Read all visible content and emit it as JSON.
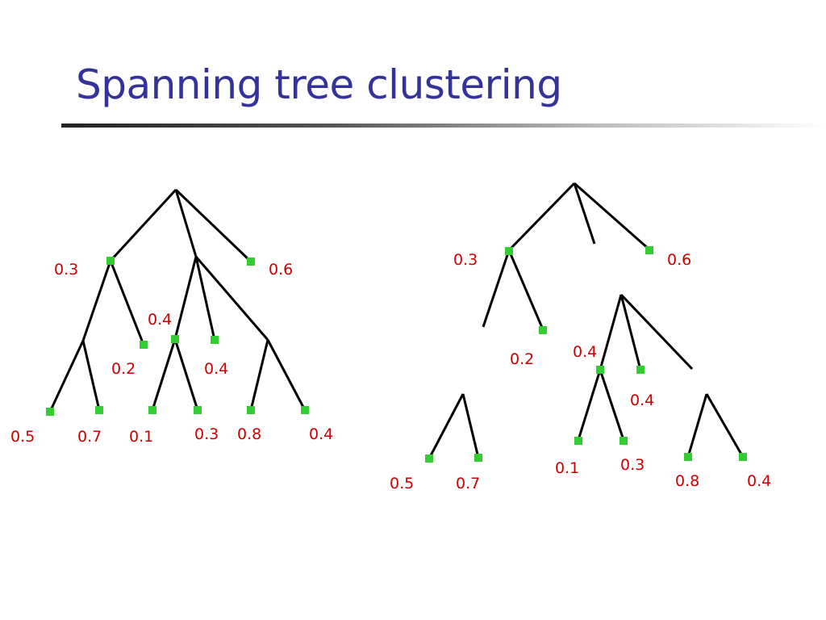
{
  "title": "Spanning tree clustering",
  "colors": {
    "title": "#333399",
    "edge": "#000000",
    "node": "#33cc33",
    "label": "#cc0000"
  },
  "diagrams": {
    "full_tree": {
      "labels": {
        "a": "0.3",
        "b": "0.6",
        "c": "0.4",
        "d": "0.2",
        "e": "0.4",
        "f": "0.5",
        "g": "0.7",
        "h": "0.1",
        "i": "0.3",
        "j": "0.8",
        "k": "0.4"
      }
    },
    "split_tree": {
      "labels": {
        "a": "0.3",
        "b": "0.6",
        "c": "0.2",
        "d": "0.4",
        "e": "0.4",
        "f": "0.1",
        "g": "0.3",
        "h": "0.8",
        "i": "0.4",
        "j": "0.5",
        "k": "0.7"
      }
    }
  }
}
